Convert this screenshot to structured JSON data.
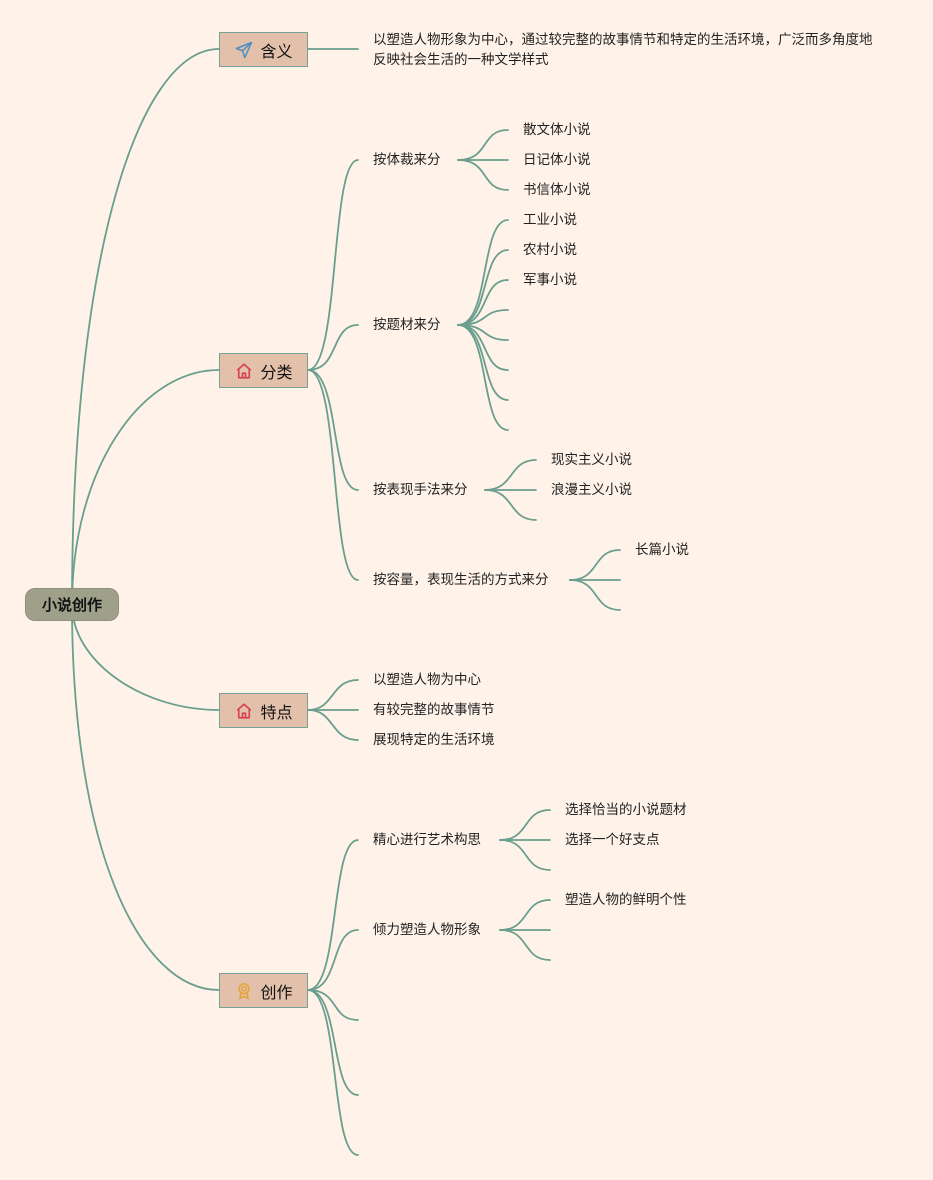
{
  "root": {
    "label": "小说创作"
  },
  "branches": {
    "meaning": {
      "label": "含义",
      "icon": "paper-plane-icon",
      "description": "以塑造人物形象为中心，通过较完整的故事情节和特定的生活环境，广泛而多角度地反映社会生活的一种文学样式"
    },
    "classification": {
      "label": "分类",
      "icon": "house-icon",
      "by_genre": {
        "label": "按体裁来分",
        "items": [
          "散文体小说",
          "日记体小说",
          "书信体小说"
        ]
      },
      "by_subject": {
        "label": "按题材来分",
        "items": [
          "工业小说",
          "农村小说",
          "军事小说"
        ]
      },
      "by_technique": {
        "label": "按表现手法来分",
        "items": [
          "现实主义小说",
          "浪漫主义小说"
        ]
      },
      "by_capacity": {
        "label": "按容量，表现生活的方式来分",
        "items": [
          "长篇小说"
        ]
      }
    },
    "features": {
      "label": "特点",
      "icon": "house-icon",
      "items": [
        "以塑造人物为中心",
        "有较完整的故事情节",
        "展现特定的生活环境"
      ]
    },
    "creation": {
      "label": "创作",
      "icon": "award-badge-icon",
      "conception": {
        "label": "精心进行艺术构思",
        "items": [
          "选择恰当的小说题材",
          "选择一个好支点"
        ]
      },
      "characters": {
        "label": "倾力塑造人物形象",
        "items": [
          "塑造人物的鲜明个性"
        ]
      }
    }
  },
  "colors": {
    "background": "#fff3e9",
    "line": "#6a9e8e",
    "root_fill": "#9ea08a",
    "node_fill": "#e2c0aa",
    "icon_red": "#d9434e",
    "icon_blue": "#4a8fc4",
    "icon_gold": "#e8a23a"
  }
}
